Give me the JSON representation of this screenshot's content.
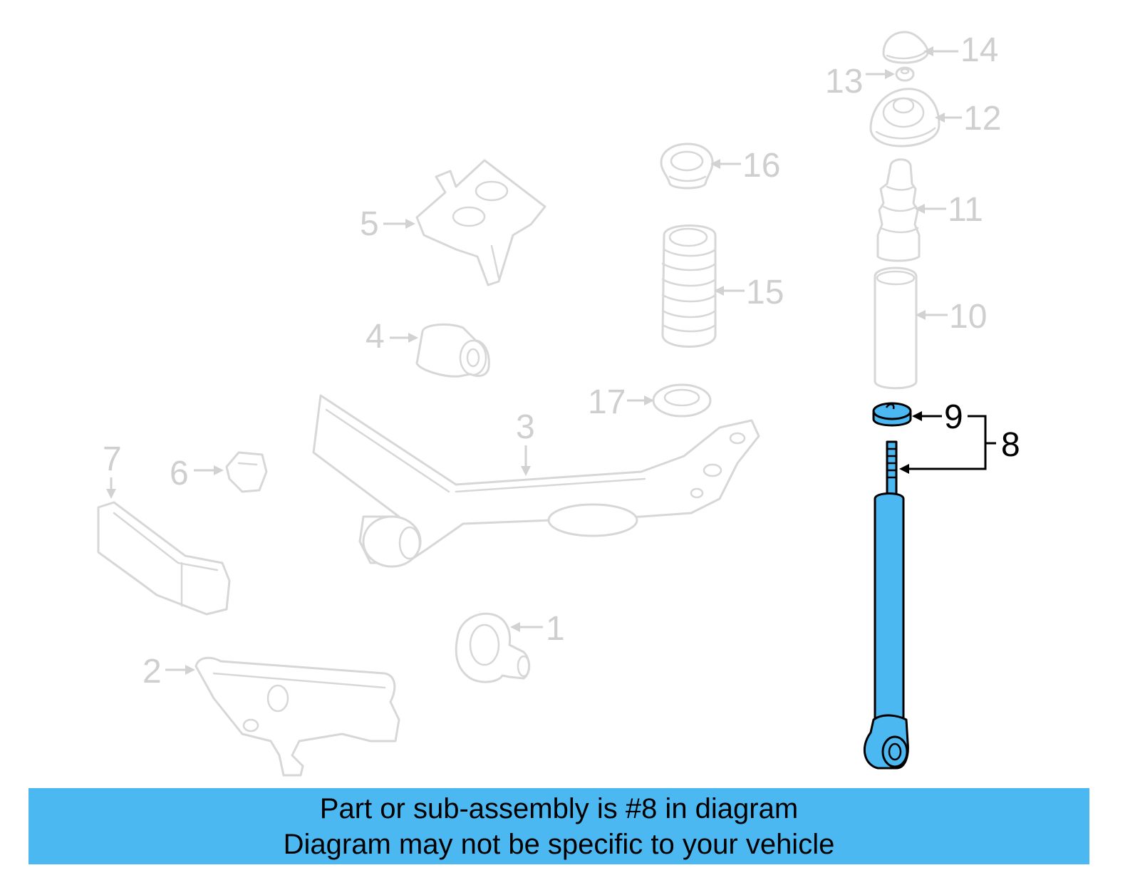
{
  "callouts": [
    {
      "id": "1",
      "label": "1"
    },
    {
      "id": "2",
      "label": "2"
    },
    {
      "id": "3",
      "label": "3"
    },
    {
      "id": "4",
      "label": "4"
    },
    {
      "id": "5",
      "label": "5"
    },
    {
      "id": "6",
      "label": "6"
    },
    {
      "id": "7",
      "label": "7"
    },
    {
      "id": "8",
      "label": "8"
    },
    {
      "id": "9",
      "label": "9"
    },
    {
      "id": "10",
      "label": "10"
    },
    {
      "id": "11",
      "label": "11"
    },
    {
      "id": "12",
      "label": "12"
    },
    {
      "id": "13",
      "label": "13"
    },
    {
      "id": "14",
      "label": "14"
    },
    {
      "id": "15",
      "label": "15"
    },
    {
      "id": "16",
      "label": "16"
    },
    {
      "id": "17",
      "label": "17"
    }
  ],
  "highlighted_parts": [
    "8",
    "9"
  ],
  "caption": {
    "line1": "Part or sub-assembly is #8 in diagram",
    "line2": "Diagram may not be specific to your vehicle",
    "background": "#4cb8f2"
  },
  "colors": {
    "highlight_fill": "#4cb8f2",
    "inactive_line": "#d7d7d7",
    "inactive_label": "#cfcfcf"
  }
}
